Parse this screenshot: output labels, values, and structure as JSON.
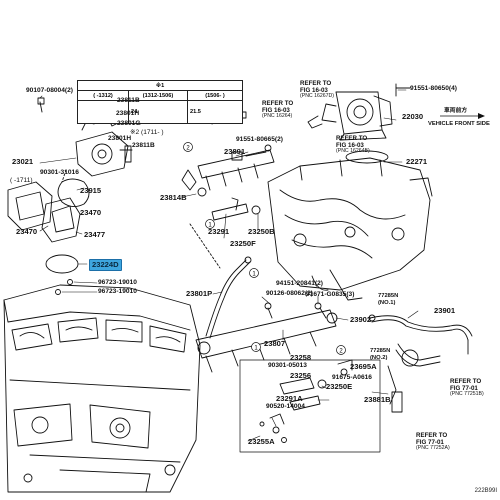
{
  "diagram": {
    "figure_code": "222B99I",
    "vehicle_note": {
      "jp": "車両前方",
      "en": "VEHICLE FRONT SIDE"
    },
    "spec_table": {
      "title": "※1",
      "columns": [
        "(  -1312)",
        "(1312-1506)",
        "(1506-  )"
      ],
      "dims": [
        "24",
        "21.5"
      ]
    },
    "note_mid": "※2 (1711-  )",
    "note_left": "(  -1711)",
    "highlighted_part": "23224D",
    "parts": [
      {
        "key": "p90107_08004",
        "text": "90107-08004(2)"
      },
      {
        "key": "p23811B",
        "text": "23811B"
      },
      {
        "key": "p23801H",
        "text": "23801H"
      },
      {
        "key": "p23801G",
        "text": "23801G"
      },
      {
        "key": "p23801H_2",
        "text": "23801H"
      },
      {
        "key": "p23811B_2",
        "text": "23811B"
      },
      {
        "key": "p23021",
        "text": "23021"
      },
      {
        "key": "p90301_31016",
        "text": "90301-31016"
      },
      {
        "key": "p23915",
        "text": "23915"
      },
      {
        "key": "p23470a",
        "text": "23470"
      },
      {
        "key": "p23470b",
        "text": "23470"
      },
      {
        "key": "p23477",
        "text": "23477"
      },
      {
        "key": "p23224D",
        "text": "23224D"
      },
      {
        "key": "p96723_19010a",
        "text": "96723-19010"
      },
      {
        "key": "p96723_19010b",
        "text": "96723-19010"
      },
      {
        "key": "p23891",
        "text": "23891"
      },
      {
        "key": "p91551_80665",
        "text": "91551-80665(2)"
      },
      {
        "key": "p23814B",
        "text": "23814B"
      },
      {
        "key": "p23291",
        "text": "23291"
      },
      {
        "key": "p23250B",
        "text": "23250B"
      },
      {
        "key": "p23250F",
        "text": "23250F"
      },
      {
        "key": "p22271",
        "text": "22271"
      },
      {
        "key": "p22030",
        "text": "22030"
      },
      {
        "key": "p91551_80650",
        "text": "91551-80650(4)"
      },
      {
        "key": "p23801P",
        "text": "23801P"
      },
      {
        "key": "p94151_20841",
        "text": "94151-20841(2)"
      },
      {
        "key": "p90126_08062",
        "text": "90126-08062(2)"
      },
      {
        "key": "p91671_G0835",
        "text": "91671-G0835(3)"
      },
      {
        "key": "p77285N_1",
        "text": "77285N\n(NO.1)"
      },
      {
        "key": "p23901",
        "text": "23901"
      },
      {
        "key": "p23902",
        "text": "23902"
      },
      {
        "key": "p23807",
        "text": "23807"
      },
      {
        "key": "p23258",
        "text": "23258"
      },
      {
        "key": "p90301_05013",
        "text": "90301-05013"
      },
      {
        "key": "p23256",
        "text": "23256"
      },
      {
        "key": "p23250E",
        "text": "23250E"
      },
      {
        "key": "p23291A",
        "text": "23291A"
      },
      {
        "key": "p90520_14004",
        "text": "90520-14004"
      },
      {
        "key": "p23255A",
        "text": "23255A"
      },
      {
        "key": "p77285N_2",
        "text": "77285N\n(NO.2)"
      },
      {
        "key": "p23695A",
        "text": "23695A"
      },
      {
        "key": "p91675_A0616",
        "text": "91675-A0616"
      },
      {
        "key": "p23881B",
        "text": "23881B"
      }
    ],
    "refs": [
      {
        "key": "r1",
        "line1": "REFER TO",
        "line2": "FIG 16-03",
        "sub": "(PNC 16267D)"
      },
      {
        "key": "r2",
        "line1": "REFER TO",
        "line2": "FIG 16-03",
        "sub": "(PNC 16264)"
      },
      {
        "key": "r3",
        "line1": "REFER TO",
        "line2": "FIG 16-03",
        "sub": "(PNC 16264B)"
      },
      {
        "key": "r4",
        "line1": "REFER TO",
        "line2": "FIG 77-01",
        "sub": "(PNC 77252A)"
      },
      {
        "key": "r5",
        "line1": "REFER TO",
        "line2": "FIG 77-01",
        "sub": "(PNC 77251B)"
      }
    ]
  }
}
